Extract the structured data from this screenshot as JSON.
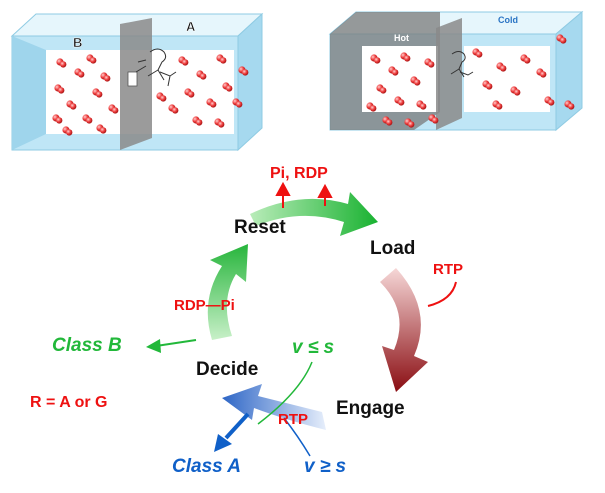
{
  "boxes": {
    "left": {
      "label_b": "B",
      "label_a": "A"
    },
    "right": {
      "label_hot": "Hot",
      "label_cold": "Cold"
    }
  },
  "cycle": {
    "reset": "Reset",
    "load": "Load",
    "engage": "Engage",
    "decide": "Decide",
    "pi_rdp": "Pi, RDP",
    "rtp_load": "RTP",
    "rdp_pi": "RDP—Pi",
    "rtp_decide": "RTP",
    "class_b": "Class B",
    "class_a": "Class A",
    "v_le_s": "v ≤ s",
    "v_ge_s": "v ≥ s",
    "r_equals": "R = A or G"
  },
  "colors": {
    "green": "#22b83a",
    "red": "#ee1111",
    "dark_red": "#8b0f12",
    "blue": "#1060c8",
    "glass": "#bfe6f6",
    "partition": "#7f7f7f"
  }
}
